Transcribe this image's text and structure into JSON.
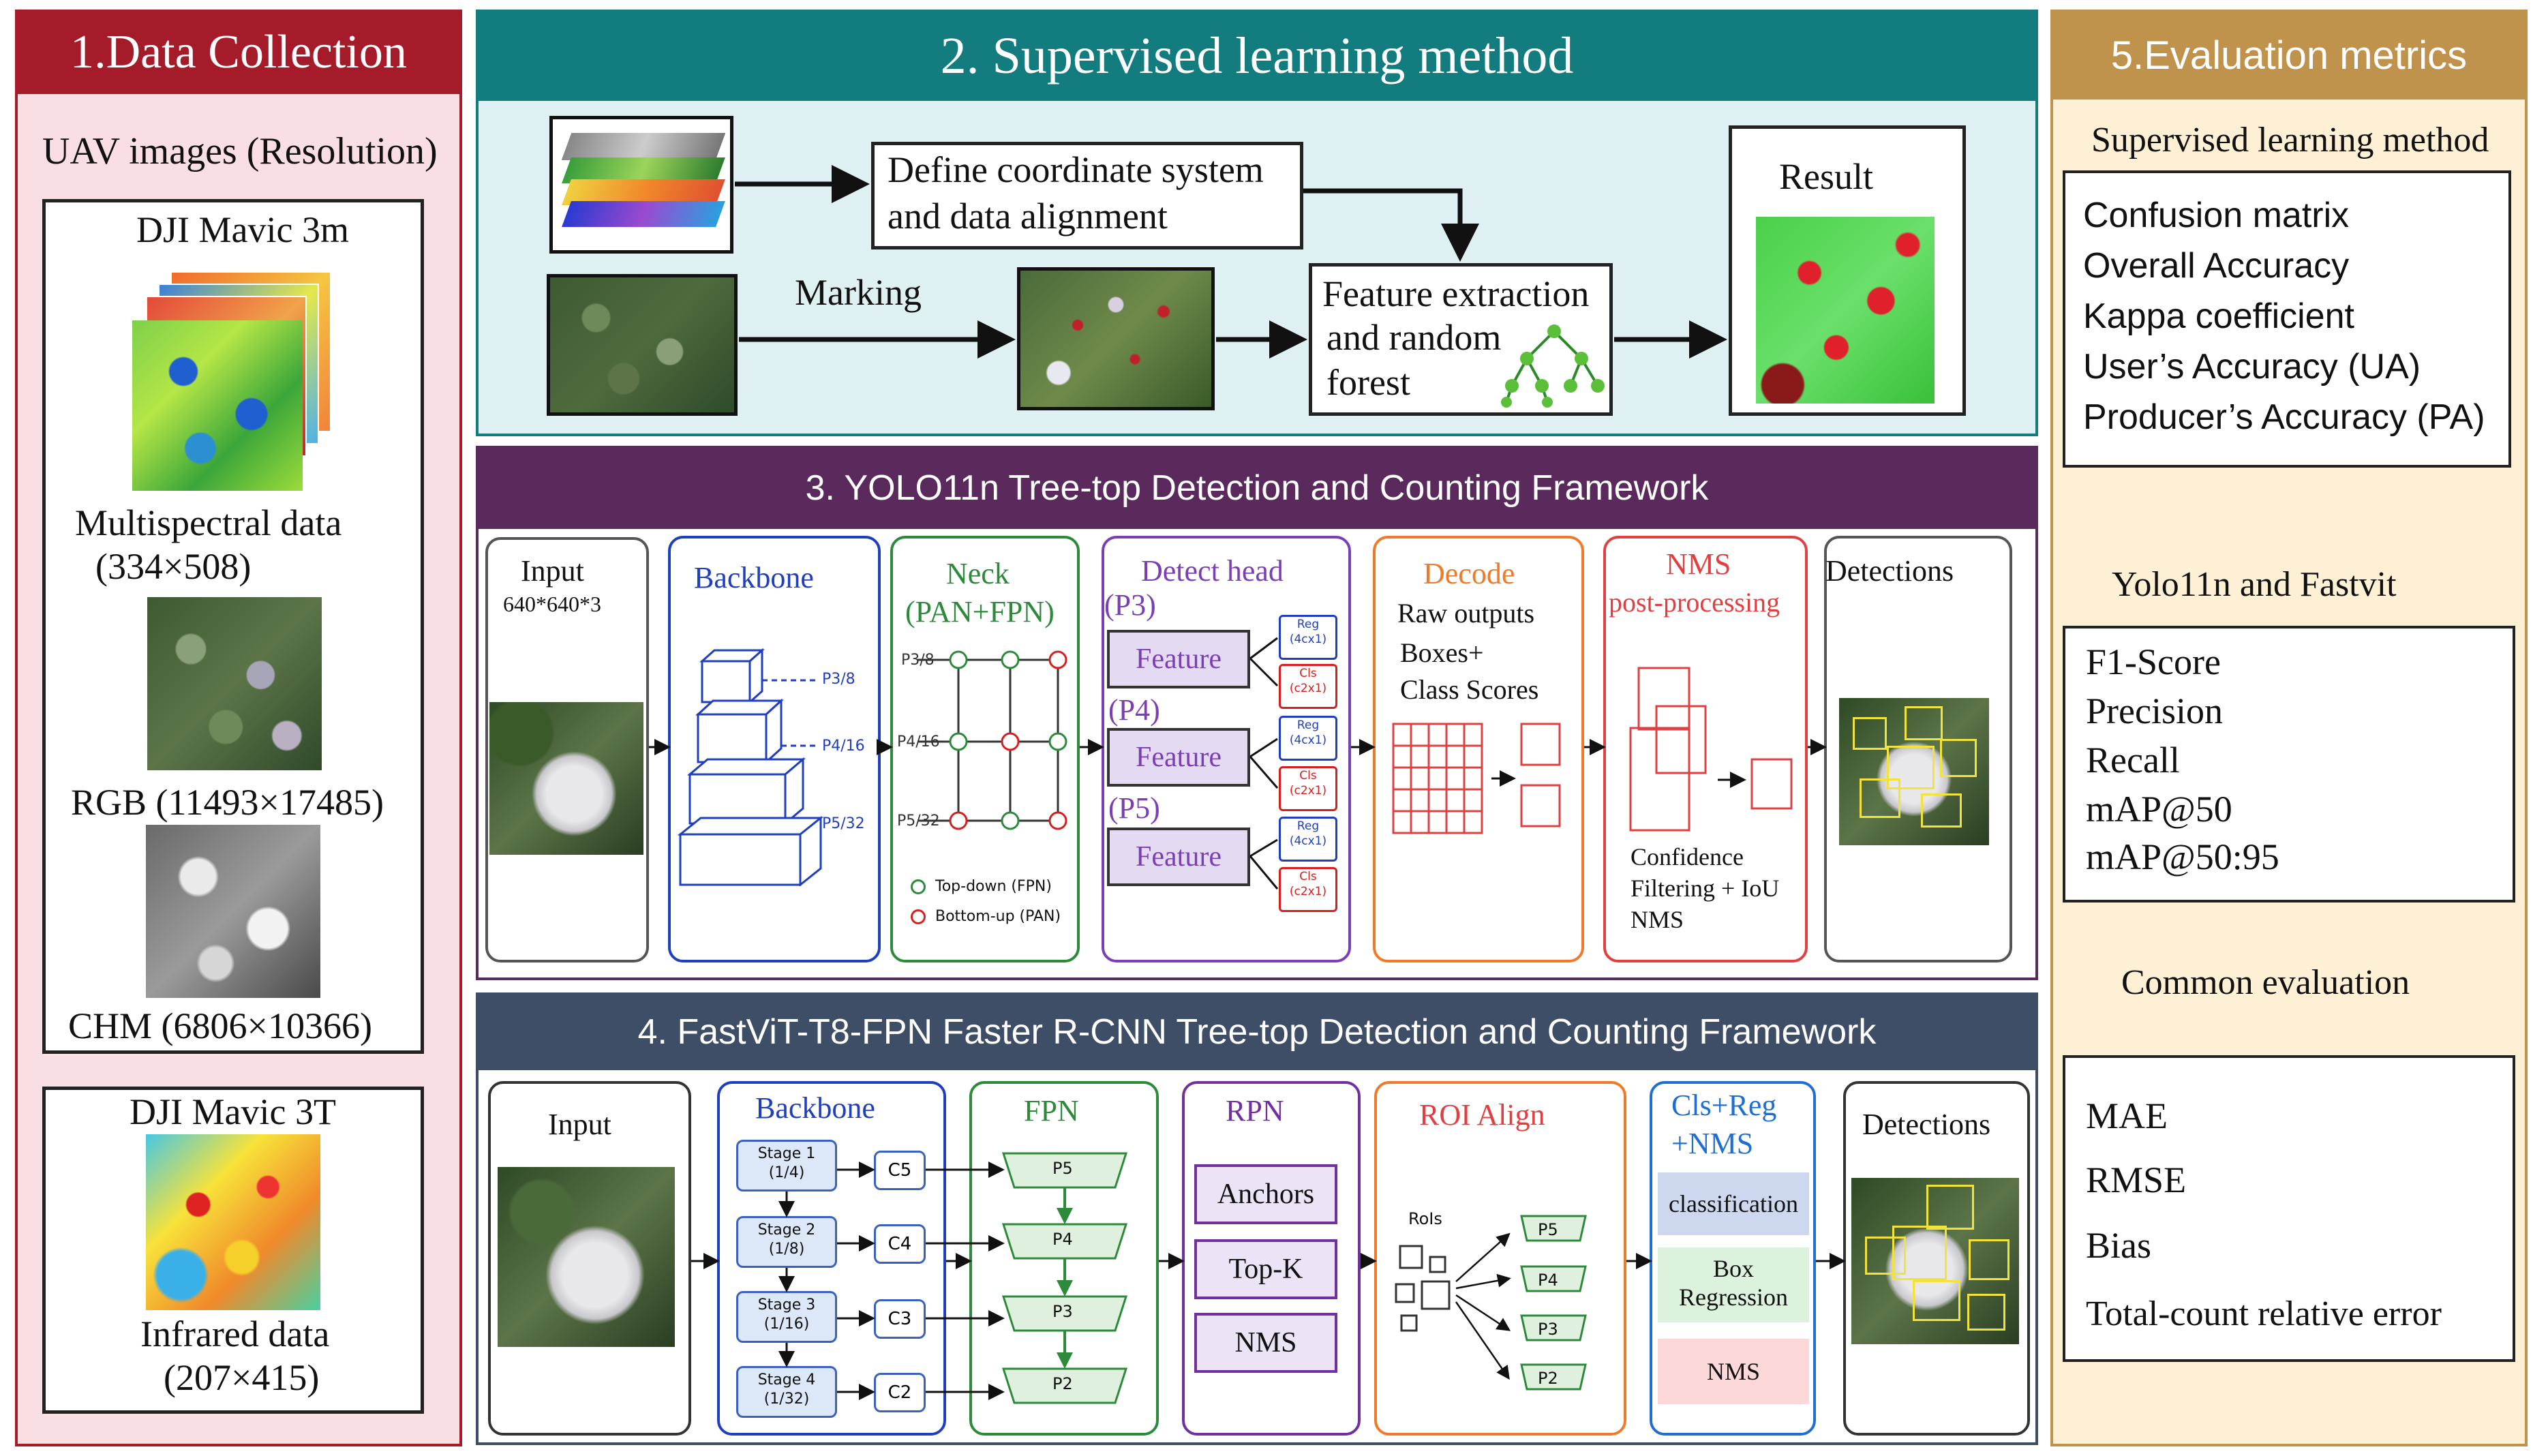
{
  "colors": {
    "data_collection_banner": "#a61b29",
    "supervised_banner": "#127c7f",
    "yolo_banner": "#5a2a5c",
    "fastvit_banner": "#3e4e66",
    "eval_banner": "#c0934c",
    "data_collection_bg": "#f9dfe3",
    "supervised_bg": "#dff0f3",
    "eval_bg": "#fdf0d4"
  },
  "section1": {
    "title": "1.Data Collection",
    "subtitle": "UAV images (Resolution)",
    "mavic3m": {
      "title": "DJI Mavic 3m",
      "multispectral": "Multispectral data",
      "multispectral_res": "(334×508)",
      "rgb": "RGB (11493×17485)",
      "chm": "CHM (6806×10366)"
    },
    "mavic3t": {
      "title": "DJI Mavic 3T",
      "infrared": "Infrared data",
      "infrared_res": "(207×415)"
    }
  },
  "section2": {
    "title": "2. Supervised learning method",
    "define_line1": "Define coordinate system",
    "define_line2": "and data alignment",
    "marking": "Marking",
    "feature_line1": "Feature extraction",
    "feature_line2": "and random",
    "feature_line3": "forest",
    "result": "Result"
  },
  "section3": {
    "title": "3. YOLO11n Tree-top Detection and Counting Framework",
    "input": "Input",
    "input_size": "640*640*3",
    "backbone": "Backbone",
    "p38": "P3/8",
    "p416": "P4/16",
    "p532": "P5/32",
    "neck": "Neck",
    "neck_sub": "(PAN+FPN)",
    "topdown": "Top-down (FPN)",
    "bottomup": "Bottom-up (PAN)",
    "detect_head": "Detect head",
    "p3": "(P3)",
    "p4": "(P4)",
    "p5": "(P5)",
    "feature": "Feature",
    "reg": "Reg",
    "reg_dim": "(4cx1)",
    "cls": "Cls",
    "cls_dim": "(c2x1)",
    "decode": "Decode",
    "raw_outputs": "Raw outputs",
    "boxes": "Boxes+",
    "class_scores": "Class Scores",
    "nms": "NMS",
    "post": "post-processing",
    "confidence": "Confidence",
    "filtering": "Filtering + IoU",
    "nms2": "NMS",
    "detections": "Detections"
  },
  "section4": {
    "title": "4. FastViT-T8-FPN Faster R-CNN Tree-top Detection and Counting Framework",
    "input": "Input",
    "backbone": "Backbone",
    "stages": [
      {
        "name": "Stage 1",
        "scale": "(1/4)",
        "c": "C5"
      },
      {
        "name": "Stage 2",
        "scale": "(1/8)",
        "c": "C4"
      },
      {
        "name": "Stage 3",
        "scale": "(1/16)",
        "c": "C3"
      },
      {
        "name": "Stage 4",
        "scale": "(1/32)",
        "c": "C2"
      }
    ],
    "fpn": "FPN",
    "fpn_levels": [
      "P5",
      "P4",
      "P3",
      "P2"
    ],
    "rpn": "RPN",
    "anchors": "Anchors",
    "topk": "Top-K",
    "rpn_nms": "NMS",
    "roi": "ROI Align",
    "rois": "RoIs",
    "roi_levels": [
      "P5",
      "P4",
      "P3",
      "P2"
    ],
    "clsreg": "Cls+Reg",
    "plusnms": "+NMS",
    "classification": "classification",
    "box": "Box",
    "regression": "Regression",
    "final_nms": "NMS",
    "detections": "Detections"
  },
  "section5": {
    "title": "5.Evaluation metrics",
    "supervised_heading": "Supervised learning method",
    "supervised_metrics": [
      "Confusion matrix",
      "Overall Accuracy",
      "Kappa coefficient",
      "User’s Accuracy (UA)",
      "Producer’s Accuracy (PA)"
    ],
    "yolo_heading": "Yolo11n and Fastvit",
    "yolo_metrics": [
      "F1-Score",
      "Precision",
      "Recall",
      "mAP@50",
      "mAP@50:95"
    ],
    "common_heading": "Common evaluation",
    "common_metrics": [
      "MAE",
      "RMSE",
      "Bias",
      "Total-count relative error"
    ]
  }
}
